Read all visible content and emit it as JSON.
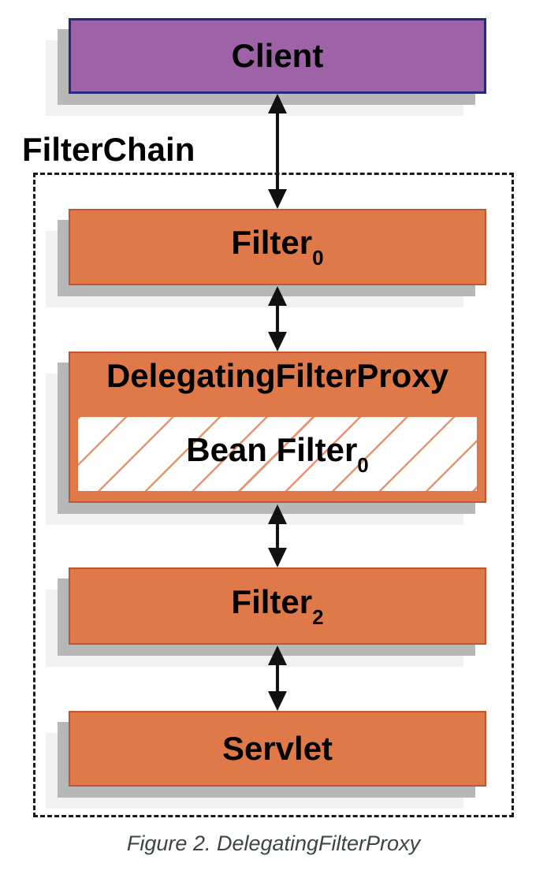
{
  "diagram": {
    "filterchain_label": "FilterChain",
    "caption": "Figure 2. DelegatingFilterProxy",
    "nodes": {
      "client": {
        "label": "Client"
      },
      "filter0": {
        "label": "Filter",
        "subscript": "0"
      },
      "delegating_filter_proxy": {
        "label": "DelegatingFilterProxy"
      },
      "bean_filter": {
        "label": "Bean Filter",
        "subscript": "0"
      },
      "filter2": {
        "label": "Filter",
        "subscript": "2"
      },
      "servlet": {
        "label": "Servlet"
      }
    },
    "colors": {
      "client_fill": "#9d63a6",
      "client_border": "#29297c",
      "orange_fill": "#e0794a",
      "orange_border": "#c2552b",
      "hatch_line": "#e9946e",
      "shadow_dark": "#b7b7b7",
      "shadow_light": "#f1f1f1",
      "dashed_border": "#1a1a1a",
      "arrow_color": "#111111",
      "caption_color": "#3b4547"
    }
  }
}
